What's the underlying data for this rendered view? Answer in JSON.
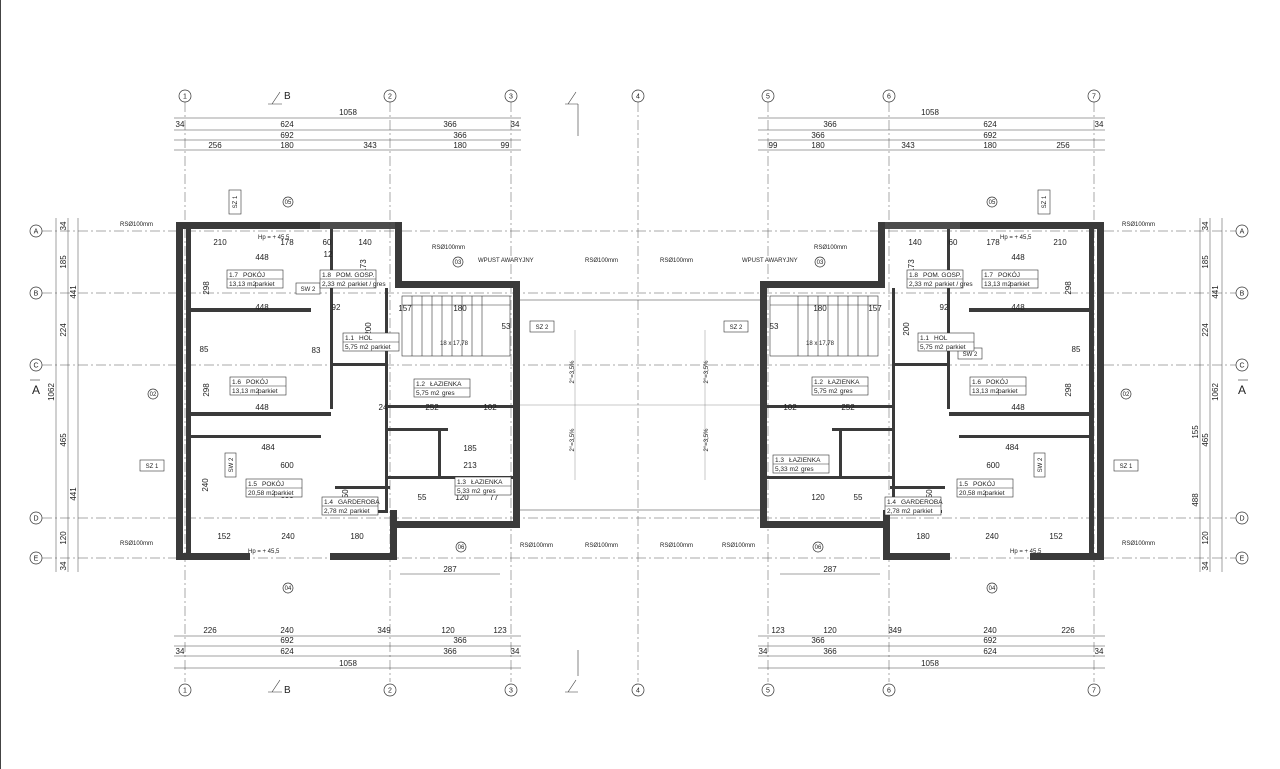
{
  "grid": {
    "columns": [
      "1",
      "2",
      "3",
      "4",
      "5",
      "6",
      "7"
    ],
    "rows": [
      "A",
      "B",
      "C",
      "D",
      "E"
    ],
    "section_marks": [
      "B",
      "A"
    ]
  },
  "dims": {
    "left_top": {
      "overall": "1058",
      "row1": [
        "34",
        "624",
        "366",
        "34"
      ],
      "row2": [
        "692",
        "366"
      ],
      "row3": [
        "256",
        "180",
        "343",
        "180",
        "99"
      ]
    },
    "right_top": {
      "overall": "1058",
      "row1": [
        "366",
        "624",
        "34"
      ],
      "row2": [
        "366",
        "692"
      ],
      "row3": [
        "99",
        "180",
        "343",
        "180",
        "256"
      ]
    },
    "left_bottom": {
      "row3": [
        "226",
        "240",
        "349",
        "120",
        "123"
      ],
      "row2": [
        "692",
        "366"
      ],
      "row1": [
        "34",
        "624",
        "366",
        "34"
      ],
      "overall": "1058"
    },
    "right_bottom": {
      "row3": [
        "123",
        "120",
        "349",
        "240",
        "226"
      ],
      "row2": [
        "366",
        "692"
      ],
      "row1": [
        "34",
        "366",
        "624",
        "34"
      ],
      "overall": "1058"
    },
    "left_side": [
      "34",
      "185",
      "441",
      "224",
      "1062",
      "465",
      "441",
      "120",
      "34"
    ],
    "right_side": [
      "34",
      "185",
      "441",
      "224",
      "1062",
      "155",
      "465",
      "488",
      "120",
      "34"
    ],
    "stair_opening": "287"
  },
  "annotations": {
    "rs": "RSØ100mm",
    "emergency": "WPUST AWARYJNY",
    "sz1": "SZ 1",
    "sz2": "SZ 2",
    "sw2": "SW 2",
    "slope_a": "2°=3,5%",
    "slope_b": "2°=3,5%"
  },
  "rooms_left": [
    {
      "id": "1.7",
      "name": "POKÓJ",
      "area": "13,13 m2",
      "floor": "parkiet"
    },
    {
      "id": "1.8",
      "name": "POM. GOSP.",
      "area": "2,33 m2",
      "floor": "parkiet / gres"
    },
    {
      "id": "1.1",
      "name": "HOL",
      "area": "5,75 m2",
      "floor": "parkiet"
    },
    {
      "id": "1.6",
      "name": "POKÓJ",
      "area": "13,13 m2",
      "floor": "parkiet"
    },
    {
      "id": "1.2",
      "name": "ŁAZIENKA",
      "area": "5,75 m2",
      "floor": "gres"
    },
    {
      "id": "1.5",
      "name": "POKÓJ",
      "area": "20,58 m2",
      "floor": "parkiet"
    },
    {
      "id": "1.4",
      "name": "GARDEROBA",
      "area": "2,78 m2",
      "floor": "parkiet"
    },
    {
      "id": "1.3",
      "name": "ŁAZIENKA",
      "area": "5,33 m2",
      "floor": "gres"
    }
  ],
  "rooms_right": [
    {
      "id": "1.8",
      "name": "POM. GOSP.",
      "area": "2,33 m2",
      "floor": "parkiet / gres"
    },
    {
      "id": "1.7",
      "name": "POKÓJ",
      "area": "13,13 m2",
      "floor": "parkiet"
    },
    {
      "id": "1.1",
      "name": "HOL",
      "area": "5,75 m2",
      "floor": "parkiet"
    },
    {
      "id": "1.2",
      "name": "ŁAZIENKA",
      "area": "5,75 m2",
      "floor": "gres"
    },
    {
      "id": "1.6",
      "name": "POKÓJ",
      "area": "13,13 m2",
      "floor": "parkiet"
    },
    {
      "id": "1.3",
      "name": "ŁAZIENKA",
      "area": "5,33 m2",
      "floor": "gres"
    },
    {
      "id": "1.5",
      "name": "POKÓJ",
      "area": "20,58 m2",
      "floor": "parkiet"
    },
    {
      "id": "1.4",
      "name": "GARDEROBA",
      "area": "2,78 m2",
      "floor": "parkiet"
    }
  ],
  "inner_dims": [
    "210",
    "178",
    "60",
    "140",
    "448",
    "173",
    "298",
    "157",
    "180",
    "200",
    "53",
    "484",
    "600",
    "600",
    "252",
    "102",
    "213",
    "185",
    "152",
    "240",
    "180",
    "120",
    "55",
    "77",
    "350",
    "240",
    "92",
    "83",
    "85",
    "12",
    "24"
  ],
  "window_tags": [
    "05",
    "03",
    "04",
    "06",
    "02"
  ],
  "stair_note": "18 x 17,78",
  "level_note": "Hp = + 45,5"
}
